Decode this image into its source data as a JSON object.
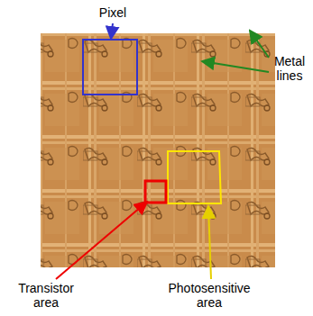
{
  "diagram": {
    "labels": [
      "Pixel",
      "Metal lines",
      "Transistor area",
      "Photosensitive area"
    ]
  }
}
